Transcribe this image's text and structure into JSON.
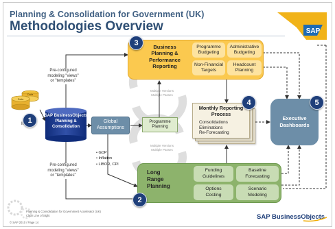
{
  "header": {
    "title_line1": "Planning & Consolidation for Government (UK)",
    "title_line2": "Methodologies Overview",
    "logo_text": "SAP"
  },
  "data_imports": {
    "db_label_top": "Data",
    "db_label_mid": "Data",
    "caption_line1": "Data",
    "caption_line2": "Imports"
  },
  "core_system": {
    "label_line1": "SAP BusinessObjects",
    "label_line2": "Planning &",
    "label_line3": "Consolidation"
  },
  "templates_top": {
    "line1": "Pre-configured",
    "line2": "modeling \"views\"",
    "line3": "or \"templates\""
  },
  "templates_bottom": {
    "line1": "Pre-configured",
    "line2": "modeling \"views\"",
    "line3": "or \"templates\""
  },
  "global_assumptions": {
    "line1": "Global",
    "line2": "Assumptions",
    "items": [
      "GDP",
      "Inflation",
      "LIBOR, CPI"
    ]
  },
  "programme_planning": {
    "line1": "Programme",
    "line2": "Planning"
  },
  "cycle_labels": {
    "upper_line1": "Multiple Versions",
    "upper_line2": "Multiple Passes",
    "lower_line1": "Multiple Versions",
    "lower_line2": "Multiple Passes"
  },
  "bppr": {
    "title_line1": "Business",
    "title_line2": "Planning &",
    "title_line3": "Performance",
    "title_line4": "Reporting",
    "cells": [
      {
        "line1": "Programme",
        "line2": "Budgeting"
      },
      {
        "line1": "Administrative",
        "line2": "Budgeting"
      },
      {
        "line1": "Non-Financial",
        "line2": "Targets"
      },
      {
        "line1": "Headcount",
        "line2": "Planning"
      }
    ]
  },
  "monthly": {
    "title_line1": "Monthly Reporting",
    "title_line2": "Process",
    "items": [
      "Consolidations",
      "Eliminations",
      "Re-Forecasting"
    ]
  },
  "long_range": {
    "title_line1": "Long",
    "title_line2": "Range",
    "title_line3": "Planning",
    "cells": [
      {
        "line1": "Funding",
        "line2": "Guidelines"
      },
      {
        "line1": "Baseline",
        "line2": "Forecasting"
      },
      {
        "line1": "Options",
        "line2": "Costing"
      },
      {
        "line1": "Scenario",
        "line2": "Modeling"
      }
    ]
  },
  "executive": {
    "line1": "Executive",
    "line2": "Dashboards"
  },
  "badges": [
    "1",
    "2",
    "3",
    "4",
    "5"
  ],
  "footer": {
    "line1": "Planning & Consolidation for Government Accelerator (UK)",
    "line2": "Clear Line of Sight",
    "line3": "© SAP 2010 / Page 14",
    "logo_text": "SAP BusinessObjects"
  },
  "colors": {
    "title": "#2f4f74",
    "badge": "#1f3f7a",
    "yellow": "#fbc94f",
    "green": "#8db36c",
    "steel_blue": "#6d8ea8",
    "sap_gold": "#f0ab00",
    "sap_blue": "#1c6bb5"
  }
}
